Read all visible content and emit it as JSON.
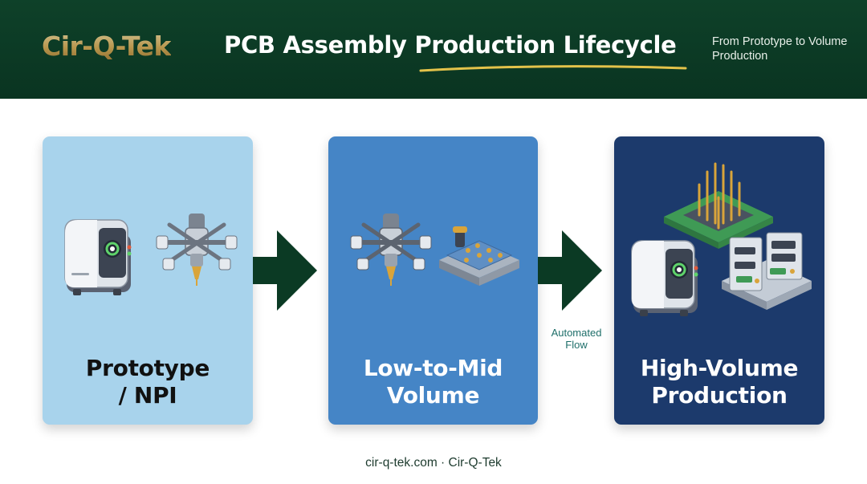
{
  "header": {
    "logo": "Cir-Q-Tek",
    "title": "PCB Assembly Production Lifecycle",
    "subtitle": "From Prototype to Volume Production"
  },
  "stages": [
    {
      "label_line1": "Prototype",
      "label_line2": "/ NPI",
      "icons": [
        "aoi-machine-icon",
        "pick-and-place-head-icon"
      ]
    },
    {
      "label_line1": "Low-to-Mid",
      "label_line2": "Volume",
      "icons": [
        "pick-and-place-head-icon",
        "pcb-fixture-icon"
      ]
    },
    {
      "label_line1": "High-Volume",
      "label_line2": "Production",
      "icons": [
        "test-pin-fixture-icon",
        "aoi-machine-icon",
        "assembled-pcb-icon"
      ]
    }
  ],
  "flow_label": {
    "line1": "Automated",
    "line2": "Flow"
  },
  "footer": "cir-q-tek.com · Cir-Q-Tek",
  "colors": {
    "header_bg": "#0b3a24",
    "logo_gold": "#d8b05a",
    "underline": "#e3c24a",
    "card_prototype": "#a8d3ec",
    "card_low_mid": "#4585c6",
    "card_high_volume": "#1c3a6c",
    "arrow": "#0b3a24"
  }
}
